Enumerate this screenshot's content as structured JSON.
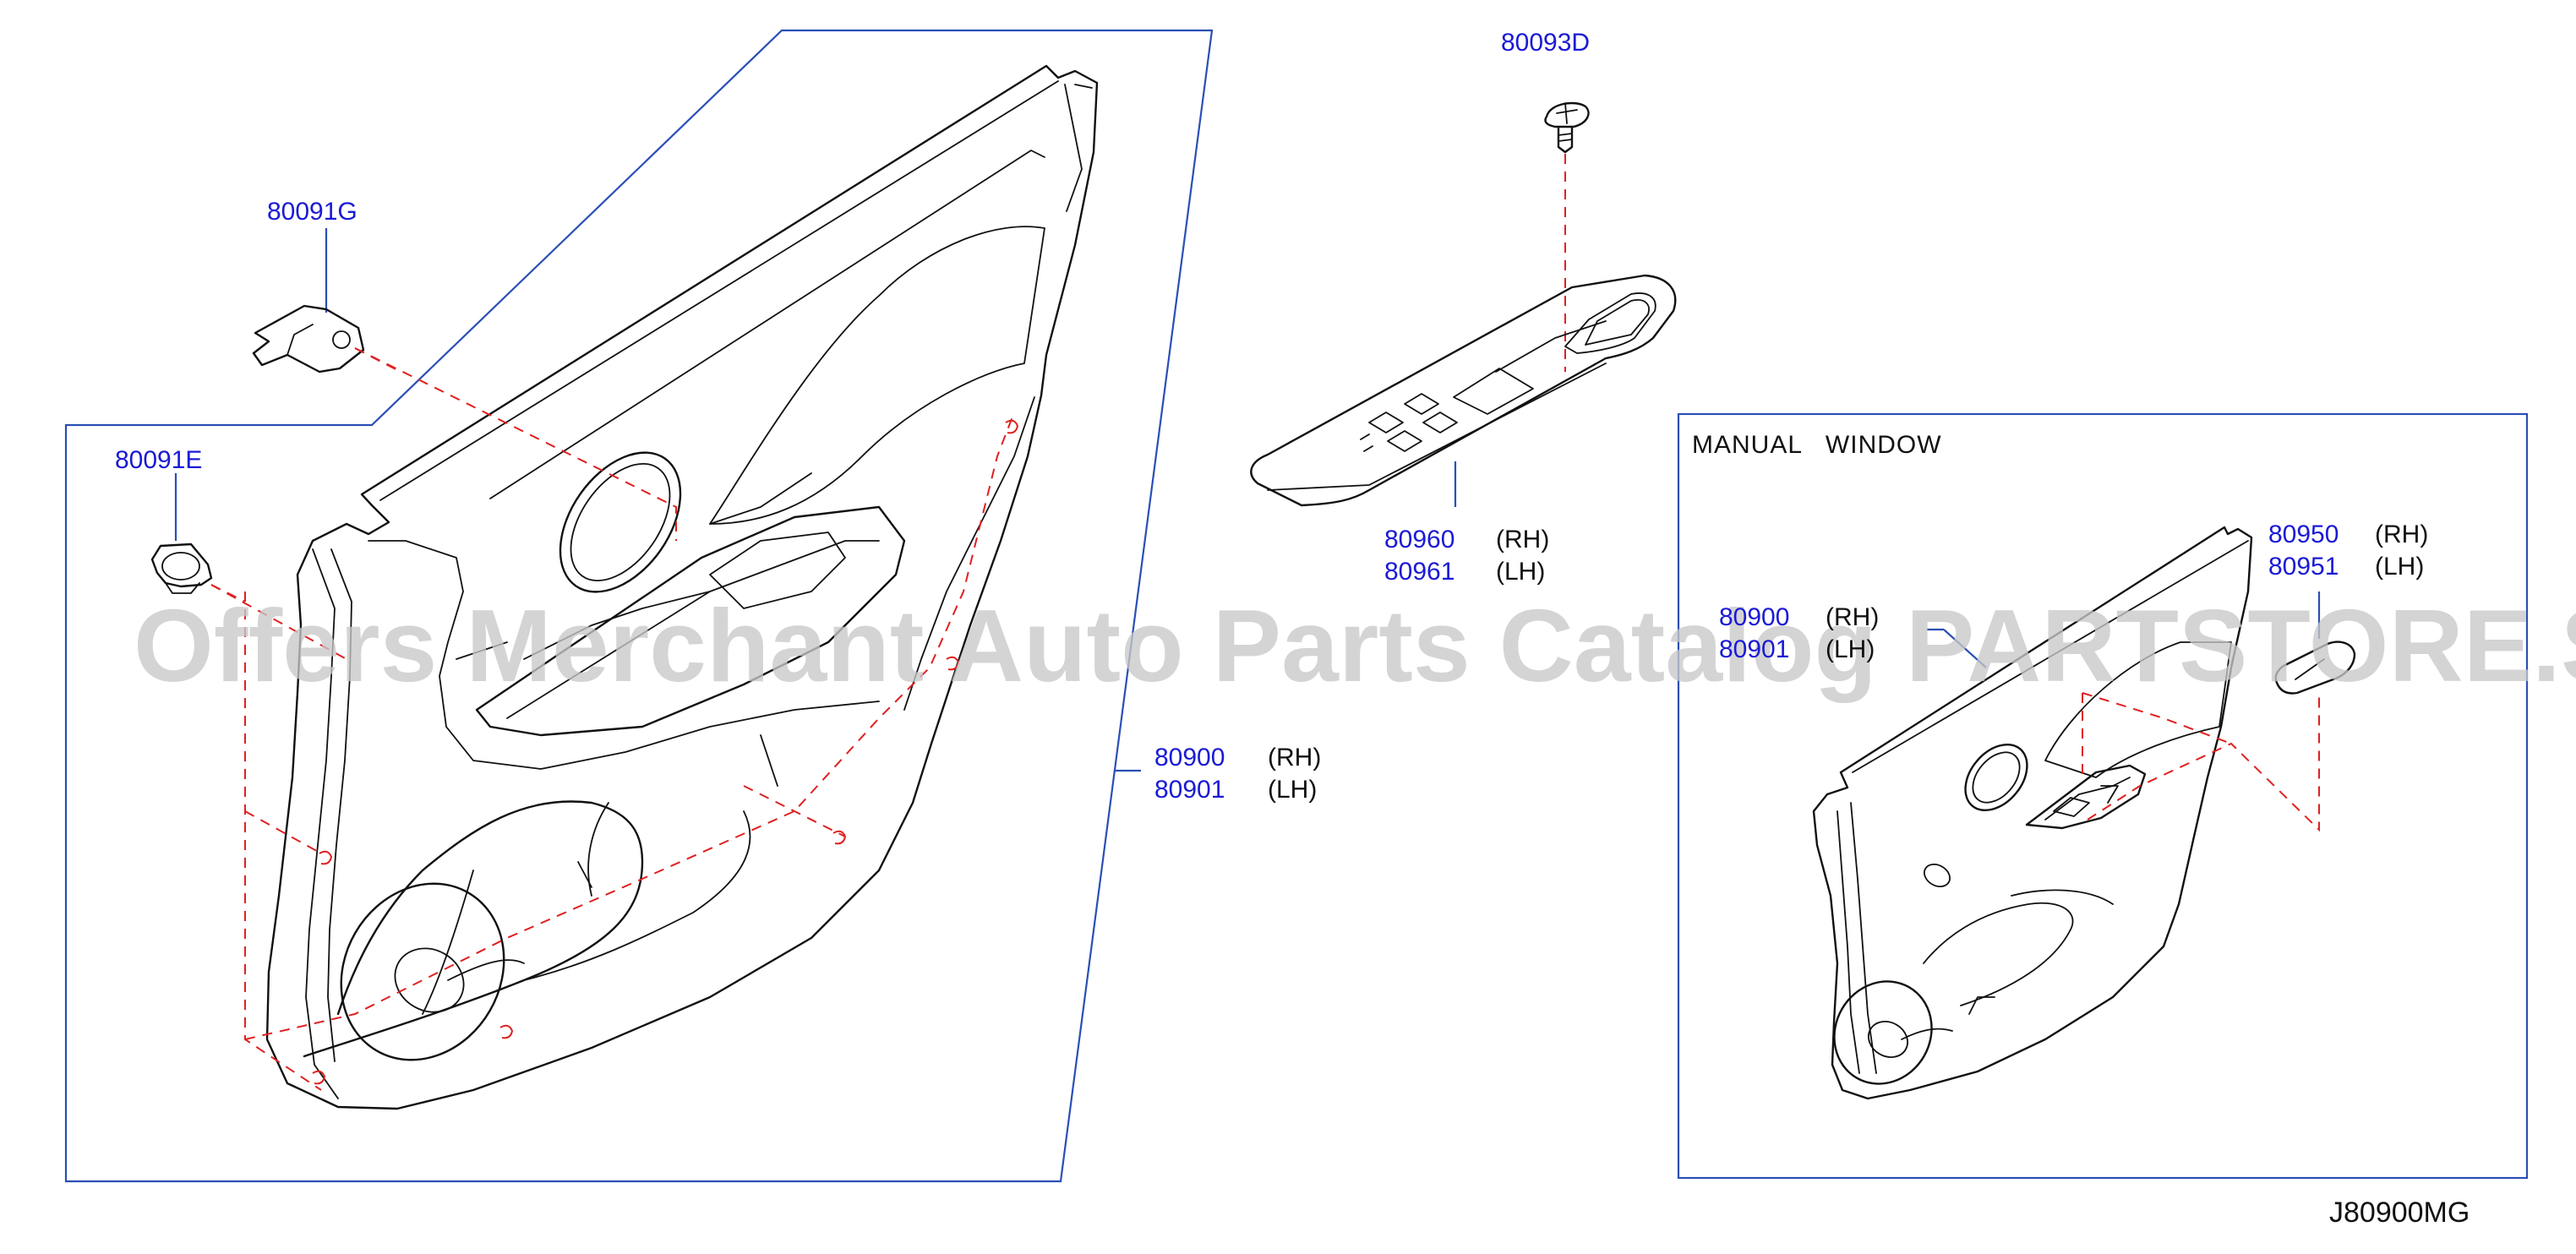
{
  "diagram": {
    "main_panel": {
      "part_numbers": [
        "80900",
        "80901"
      ],
      "sides": [
        "(RH)",
        "(LH)"
      ]
    },
    "fasteners": {
      "clip_g": "80091G",
      "clip_e": "80091E",
      "screw_d": "80093D"
    },
    "switch_finisher": {
      "part_numbers": [
        "80960",
        "80961"
      ],
      "sides": [
        "(RH)",
        "(LH)"
      ]
    },
    "inset": {
      "title": "MANUAL   WINDOW",
      "panel_part_numbers": [
        "80900",
        "80901"
      ],
      "panel_sides": [
        "(RH)",
        "(LH)"
      ],
      "finisher_part_numbers": [
        "80950",
        "80951"
      ],
      "finisher_sides": [
        "(RH)",
        "(LH)"
      ]
    },
    "drawing_code": "J80900MG",
    "watermark": "Offers Merchant Auto Parts Catalog PARTSTORE.SA",
    "colors": {
      "part_number": "#1a1ad6",
      "leader_line": "#2a4fb5",
      "dashed_line": "#e02020",
      "outline": "#111111",
      "watermark": "#c8c8c8"
    }
  }
}
